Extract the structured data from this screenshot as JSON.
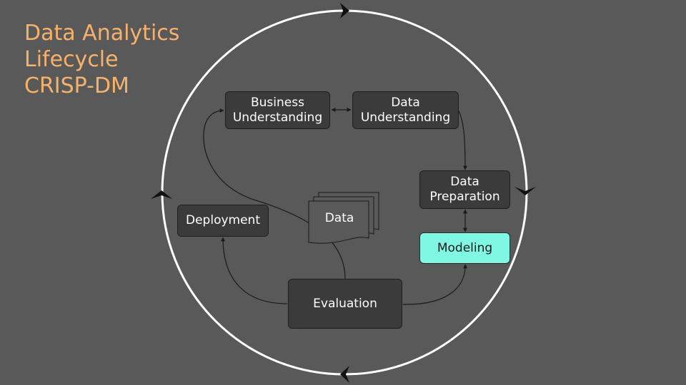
{
  "title": {
    "line1": "Data Analytics",
    "line2": "Lifecycle",
    "line3": "CRISP-DM"
  },
  "nodes": {
    "business_understanding": {
      "line1": "Business",
      "line2": "Understanding"
    },
    "data_understanding": {
      "line1": "Data",
      "line2": "Understanding"
    },
    "data_preparation": {
      "line1": "Data",
      "line2": "Preparation"
    },
    "modeling": {
      "label": "Modeling"
    },
    "evaluation": {
      "label": "Evaluation"
    },
    "deployment": {
      "label": "Deployment"
    },
    "data": {
      "label": "Data"
    }
  },
  "colors": {
    "background": "#595959",
    "title": "#f6b26b",
    "box_fill": "#3b3b3b",
    "highlight_fill": "#7ff7e3",
    "cycle": "#ffffff"
  }
}
